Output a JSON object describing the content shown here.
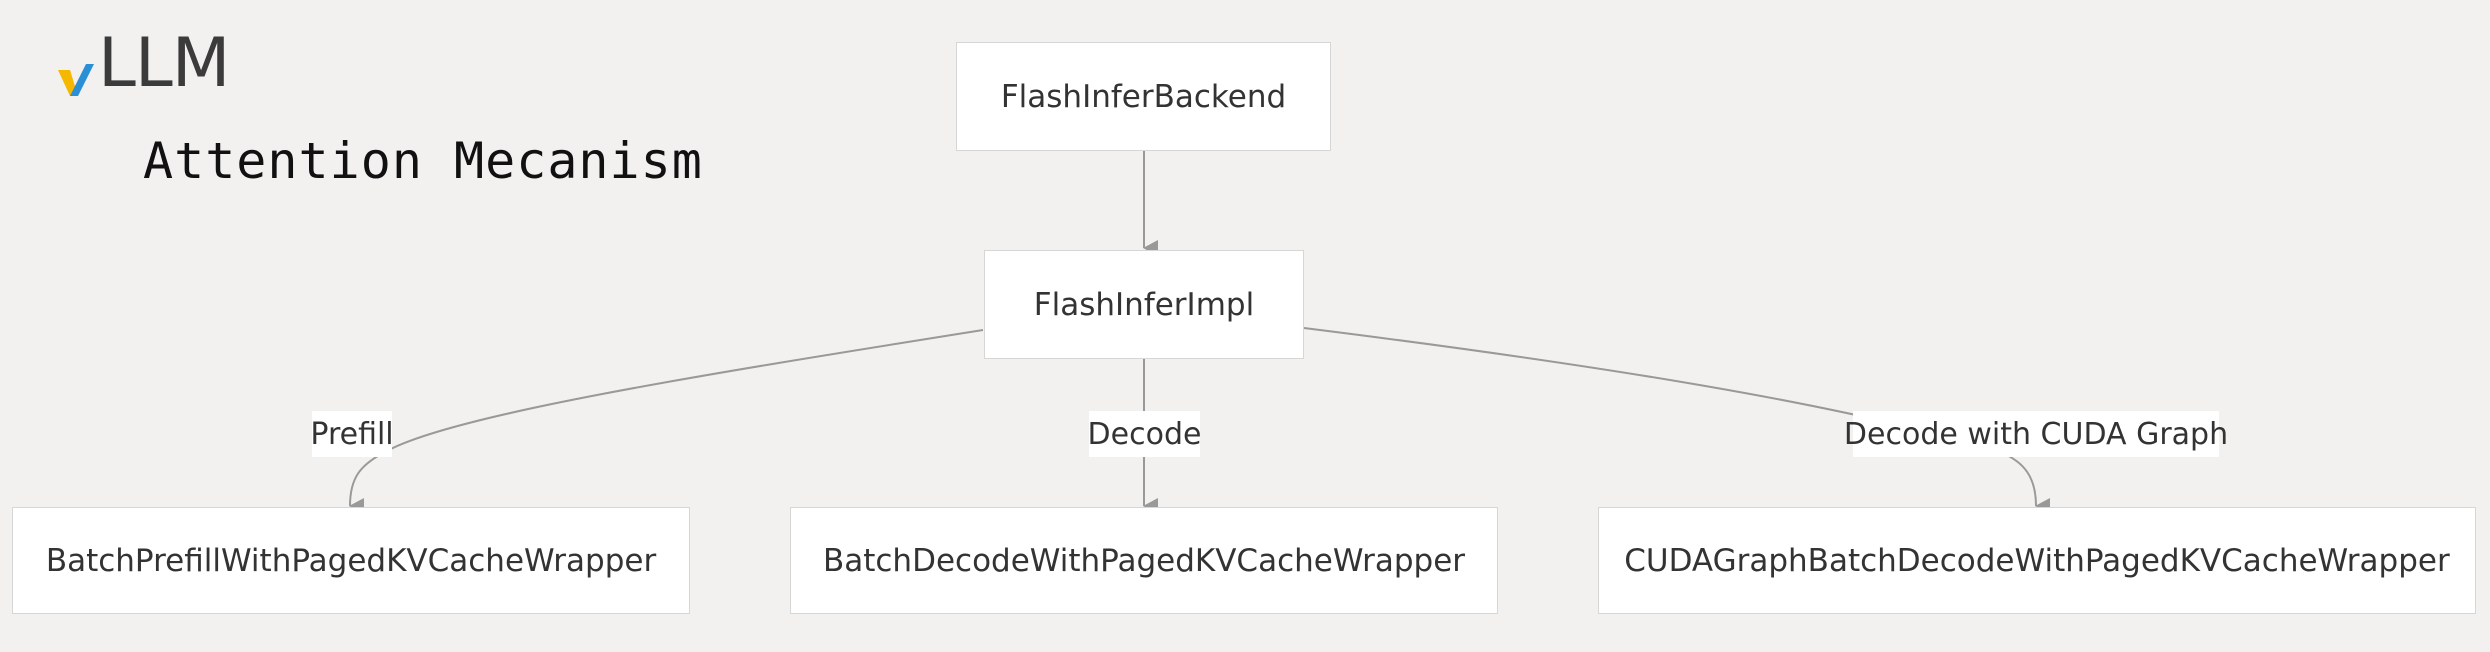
{
  "logo": {
    "text": "LLM",
    "mark_colors": [
      "#f5b800",
      "#2b8fd6"
    ]
  },
  "title": "Attention  Mecanism",
  "diagram": {
    "line_color": "#999999",
    "node_fill": "#ffffff",
    "node_border": "#d6d6d6",
    "nodes": [
      {
        "id": "backend",
        "label": "FlashInferBackend"
      },
      {
        "id": "impl",
        "label": "FlashInferImpl"
      },
      {
        "id": "prefill_wrapper",
        "label": "BatchPrefillWithPagedKVCacheWrapper"
      },
      {
        "id": "decode_wrapper",
        "label": "BatchDecodeWithPagedKVCacheWrapper"
      },
      {
        "id": "cuda_wrapper",
        "label": "CUDAGraphBatchDecodeWithPagedKVCacheWrapper"
      }
    ],
    "edges": [
      {
        "from": "backend",
        "to": "impl",
        "label": ""
      },
      {
        "from": "impl",
        "to": "prefill_wrapper",
        "label": "Prefill"
      },
      {
        "from": "impl",
        "to": "decode_wrapper",
        "label": "Decode"
      },
      {
        "from": "impl",
        "to": "cuda_wrapper",
        "label": "Decode with CUDA Graph"
      }
    ]
  }
}
